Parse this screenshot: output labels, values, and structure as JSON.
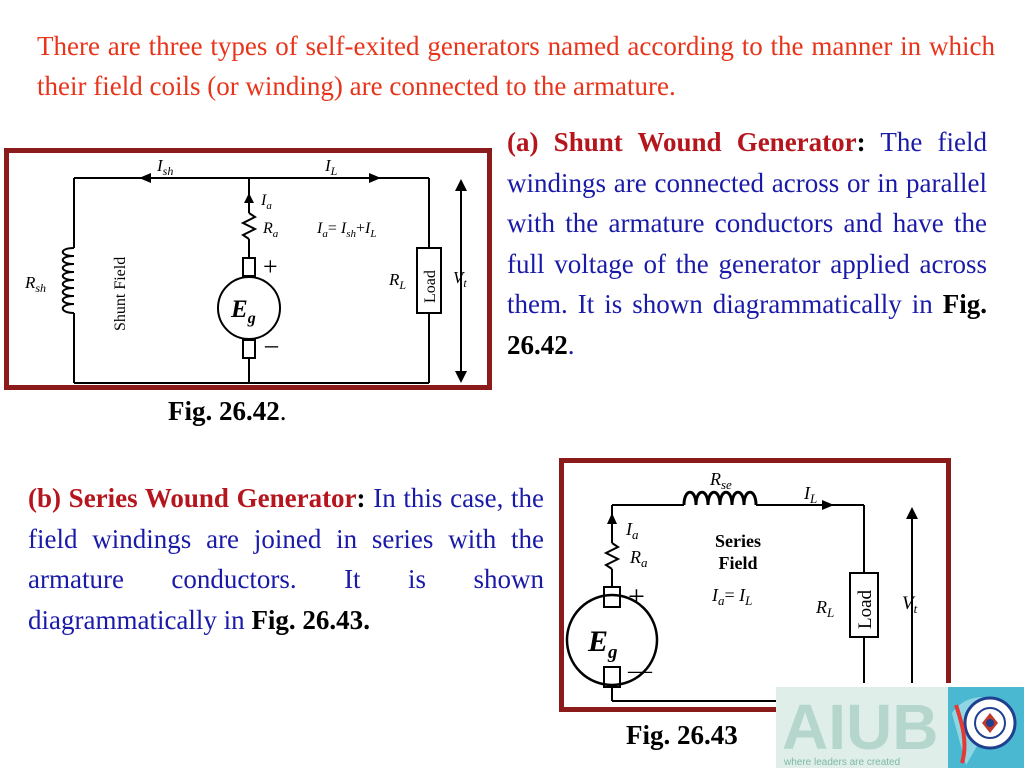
{
  "intro": "There are three types of self-exited generators named according to the manner in which their field coils (or winding) are connected to the armature.",
  "shunt": {
    "heading": "(a) Shunt Wound Generator",
    "colon": ":",
    "body": " The field windings are connected across or in parallel with the armature conductors and have the full voltage of the generator applied across them. It is shown diagrammatically in ",
    "fig_ref": "Fig. 26.42",
    "end": "."
  },
  "series": {
    "heading": "(b) Series Wound Generator",
    "colon": ":",
    "body": " In this case, the field windings are joined in series with the armature conductors. It is shown diagrammatically in ",
    "fig_ref": "Fig. 26.43",
    "end": "."
  },
  "fig1": {
    "caption": "Fig. 26.42",
    "caption_end": ".",
    "labels": {
      "i_sh": "I",
      "i_sh_sub": "sh",
      "i_l": "I",
      "i_l_sub": "L",
      "i_a": "I",
      "i_a_sub": "a",
      "r_a": "R",
      "r_a_sub": "a",
      "eq_ia": "I",
      "eq_ia_sub": "a",
      "eq_eq": "= ",
      "eq_ish": "I",
      "eq_ish_sub": "sh",
      "eq_plus": "+",
      "eq_il": "I",
      "eq_il_sub": "L",
      "r_sh": "R",
      "r_sh_sub": "sh",
      "shunt_field": "Shunt Field",
      "plus": "+",
      "minus": "–",
      "e_g": "E",
      "e_g_sub": "g",
      "r_l": "R",
      "r_l_sub": "L",
      "load": "Load",
      "v_t": "V",
      "v_t_sub": "t"
    }
  },
  "fig2": {
    "caption": "Fig. 26.43",
    "labels": {
      "r_se": "R",
      "r_se_sub": "se",
      "i_l": "I",
      "i_l_sub": "L",
      "i_a": "I",
      "i_a_sub": "a",
      "r_a": "R",
      "r_a_sub": "a",
      "series_line1": "Series",
      "series_line2": "Field",
      "eq_ia": "I",
      "eq_ia_sub": "a",
      "eq_mid": "= ",
      "eq_il": "I",
      "eq_il_sub": "L",
      "plus": "+",
      "minus": "—",
      "e_g": "E",
      "e_g_sub": "g",
      "r_l": "R",
      "r_l_sub": "L",
      "load": "Load",
      "v_t": "V",
      "v_t_sub": "t"
    }
  },
  "logo": {
    "text": "AIUB",
    "tagline": "where leaders are created"
  },
  "colors": {
    "intro": "#e8341a",
    "body": "#1a1aa8",
    "heading": "#b5161d",
    "frame": "#8b1a1a"
  }
}
